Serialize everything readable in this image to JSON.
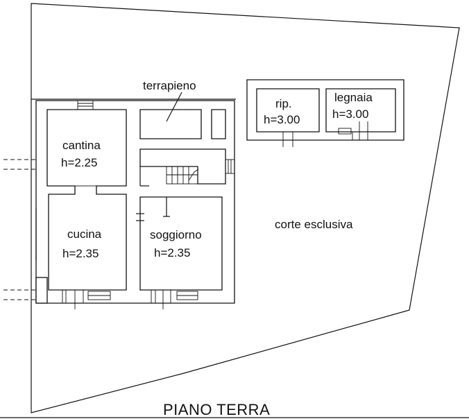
{
  "title": "PIANO TERRA",
  "rooms": {
    "terrapieno": {
      "name": "terrapieno"
    },
    "cantina": {
      "name": "cantina",
      "height": "h=2.25"
    },
    "cucina": {
      "name": "cucina",
      "height": "h=2.35"
    },
    "soggiorno": {
      "name": "soggiorno",
      "height": "h=2.35"
    },
    "rip": {
      "name": "rip.",
      "height": "h=3.00"
    },
    "legnaia": {
      "name": "legnaia",
      "height": "h=3.00"
    },
    "corte": {
      "name": "corte esclusiva"
    }
  }
}
